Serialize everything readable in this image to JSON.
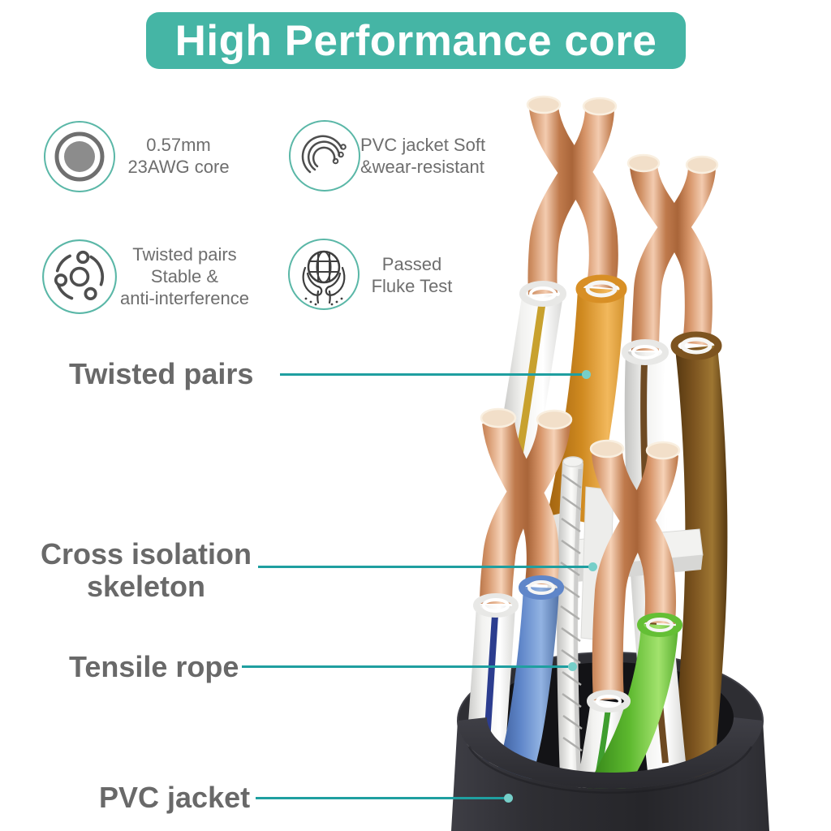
{
  "banner": {
    "label": "High Performance core"
  },
  "features": [
    {
      "icon": "core-diameter-icon",
      "lines": [
        "0.57mm",
        "23AWG core"
      ]
    },
    {
      "icon": "coiled-cable-icon",
      "lines": [
        "PVC jacket Soft",
        "&wear-resistant"
      ]
    },
    {
      "icon": "twisted-pairs-icon",
      "lines": [
        "Twisted pairs",
        "Stable &",
        "anti-interference"
      ]
    },
    {
      "icon": "hands-globe-icon",
      "lines": [
        "Passed",
        "Fluke Test"
      ]
    }
  ],
  "callouts": [
    {
      "id": "twisted-pairs",
      "lines": [
        "Twisted pairs"
      ]
    },
    {
      "id": "cross-isolation-skeleton",
      "lines": [
        "Cross isolation",
        "skeleton"
      ]
    },
    {
      "id": "tensile-rope",
      "lines": [
        "Tensile rope"
      ]
    },
    {
      "id": "pvc-jacket",
      "lines": [
        "PVC jacket"
      ]
    }
  ],
  "colors": {
    "accent_teal": "#45b5a5",
    "leader_line": "#1f9fa0",
    "leader_dot": "#76cfc9",
    "label_text": "#696969",
    "feature_text": "#6e6e6e",
    "copper": "#dba27e",
    "copper_cut_face": "#f2dfc9",
    "orange_wire": "#d88f25",
    "yellow_stripe": "#c8a12e",
    "brown_wire": "#7d5420",
    "brown_stripe": "#6e4a22",
    "blue_wire": "#5f86c9",
    "navy_stripe": "#2c3d8f",
    "green_wire": "#64bf35",
    "green_stripe": "#3f9e2f",
    "white_wire": "#f2f2f0",
    "tensile_rope": "#ededeb",
    "skeleton": "#efefed",
    "pvc_jacket": "#2c2c30"
  },
  "illustration": {
    "parts": [
      "bare-copper-twisted-pairs",
      "orange-wire",
      "white-orange-stripe-wire",
      "brown-wire",
      "white-brown-stripe-wire",
      "blue-wire",
      "white-blue-stripe-wire",
      "green-wire",
      "white-green-stripe-wire",
      "cross-isolation-skeleton",
      "tensile-rope",
      "pvc-jacket"
    ]
  }
}
